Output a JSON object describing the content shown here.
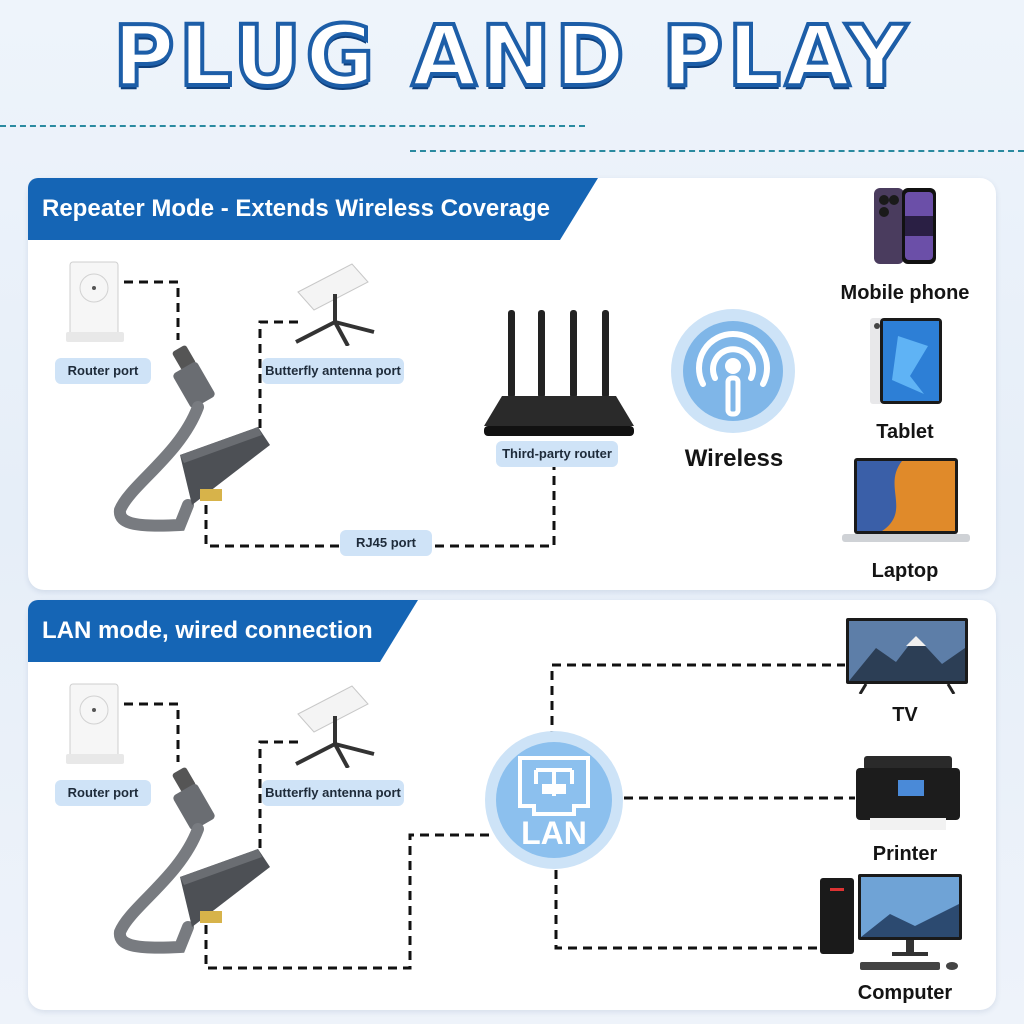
{
  "title": "PLUG AND PLAY",
  "colors": {
    "accent": "#1565b5",
    "title_outline": "#1d5ea8",
    "pill": "#cfe3f7",
    "line": "#111111"
  },
  "repeater": {
    "banner": "Repeater Mode - Extends Wireless Coverage",
    "router_port": "Router port",
    "antenna_port": "Butterfly antenna port",
    "third_party_router": "Third-party router",
    "rj45": "RJ45 port",
    "wireless": "Wireless",
    "devices": [
      "Mobile phone",
      "Tablet",
      "Laptop"
    ]
  },
  "lan": {
    "banner": "LAN mode, wired connection",
    "router_port": "Router port",
    "antenna_port": "Butterfly antenna port",
    "hub_label": "LAN",
    "devices": [
      "TV",
      "Printer",
      "Computer"
    ]
  },
  "icons": [
    "router-wall-icon",
    "satellite-dish-icon",
    "adapter-icon",
    "wifi-router-icon",
    "wireless-icon",
    "phone-icon",
    "tablet-icon",
    "laptop-icon",
    "ethernet-icon",
    "tv-icon",
    "printer-icon",
    "computer-icon"
  ]
}
